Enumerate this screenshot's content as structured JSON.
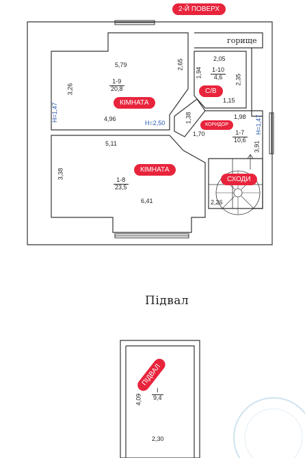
{
  "floor_badge": "2-Й ПОВЕРХ",
  "attic_label": "горище",
  "basement_title": "Підвал",
  "rooms": {
    "room_upper": {
      "label": "КІМНАТА",
      "num": "1-9",
      "area": "20,8",
      "width_top": "5,79",
      "width_bottom": "4,96",
      "height_left": "3,26",
      "height_right": "2,65"
    },
    "room_lower": {
      "label": "КІМНАТА",
      "num": "1-8",
      "area": "23,5",
      "width_top": "5,11",
      "width_bottom": "6,41",
      "height_left": "3,38"
    },
    "bathroom": {
      "label": "С/В",
      "num": "1-10",
      "area": "4,6",
      "top": "2,05",
      "left": "1,94",
      "right": "2,35",
      "bottom": "1,15"
    },
    "corridor": {
      "label": "КОРИДОР",
      "num": "1-7",
      "area": "10,6",
      "top": "1,98",
      "diag_a": "1,38",
      "diag_b": "1,70",
      "right": "3,91"
    },
    "stairs": {
      "label": "СХОДИ",
      "bottom": "2,26"
    },
    "basement": {
      "label": "ПІДВАЛ",
      "num": "І",
      "area": "9,4",
      "height": "4,09",
      "width": "2,30"
    }
  },
  "ceiling_left": "H=1,47",
  "ceiling_center": "H=2,50",
  "ceiling_right": "H=1,47"
}
